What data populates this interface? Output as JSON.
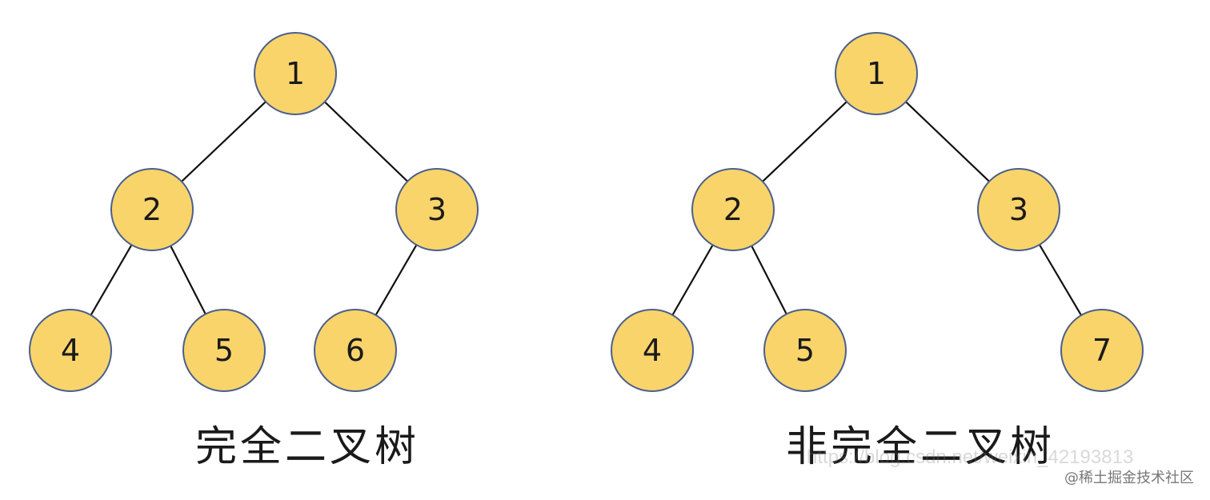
{
  "trees": [
    {
      "caption": "完全二叉树",
      "nodes": [
        {
          "id": "1",
          "label": "1"
        },
        {
          "id": "2",
          "label": "2"
        },
        {
          "id": "3",
          "label": "3"
        },
        {
          "id": "4",
          "label": "4"
        },
        {
          "id": "5",
          "label": "5"
        },
        {
          "id": "6",
          "label": "6"
        }
      ],
      "edges": [
        [
          "1",
          "2"
        ],
        [
          "1",
          "3"
        ],
        [
          "2",
          "4"
        ],
        [
          "2",
          "5"
        ],
        [
          "3",
          "6"
        ]
      ]
    },
    {
      "caption": "非完全二叉树",
      "nodes": [
        {
          "id": "1",
          "label": "1"
        },
        {
          "id": "2",
          "label": "2"
        },
        {
          "id": "3",
          "label": "3"
        },
        {
          "id": "4",
          "label": "4"
        },
        {
          "id": "5",
          "label": "5"
        },
        {
          "id": "7",
          "label": "7"
        }
      ],
      "edges": [
        [
          "1",
          "2"
        ],
        [
          "1",
          "3"
        ],
        [
          "2",
          "4"
        ],
        [
          "2",
          "5"
        ],
        [
          "3",
          "7"
        ]
      ]
    }
  ],
  "watermarks": {
    "url": "https://blog.csdn.net/weixin_42193813",
    "site": "@稀土掘金技术社区"
  },
  "colors": {
    "node_fill": "#f9d46b",
    "node_stroke": "#4a5f8c",
    "edge": "#111111"
  }
}
